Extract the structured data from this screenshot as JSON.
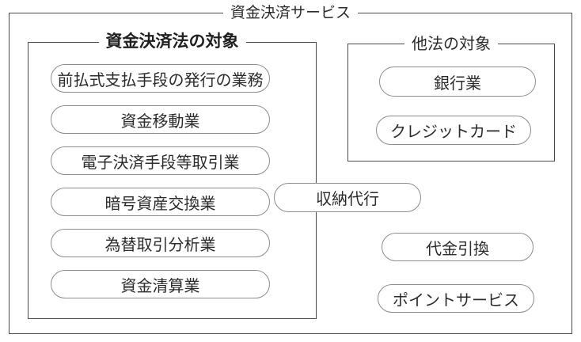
{
  "diagram": {
    "title": "資金決済サービス",
    "left_group": {
      "title": "資金決済法の対象",
      "items": [
        "前払式支払手段の発行の業務",
        "資金移動業",
        "電子決済手段等取引業",
        "暗号資産交換業",
        "為替取引分析業",
        "資金清算業"
      ]
    },
    "right_group": {
      "title": "他法の対象",
      "items": [
        "銀行業",
        "クレジットカード"
      ]
    },
    "bridge_item": "収納代行",
    "outside_items": [
      "代金引換",
      "ポイントサービス"
    ],
    "colors": {
      "box_border": "#4a4a4a",
      "pill_border": "#8c8c8c",
      "text": "#2b2b2b",
      "background": "#ffffff"
    }
  }
}
